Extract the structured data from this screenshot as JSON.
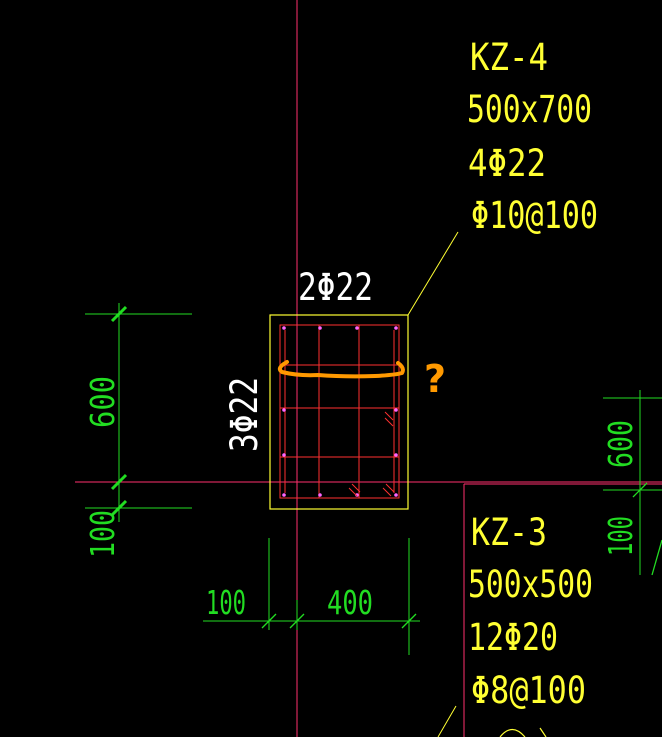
{
  "colors": {
    "background": "#000000",
    "axis": "#ff2f6e",
    "column_outline": "#ffff33",
    "column_label": "#ffff33",
    "rebar_cage": "#ff3030",
    "rebar_dot": "#ff66ff",
    "dimension": "#22dd22",
    "annotation_text": "#ffffff",
    "markup": "#ff9900"
  },
  "kz4": {
    "name": "KZ-4",
    "size": "500x700",
    "corner_bars": "4Φ22",
    "stirrup": "Φ10@100",
    "top_bars": "2Φ22",
    "side_bars": "3Φ22"
  },
  "kz3": {
    "name": "KZ-3",
    "size": "500x500",
    "bars": "12Φ20",
    "stirrup": "Φ8@100"
  },
  "dims": {
    "left_600": "600",
    "left_100": "100",
    "bottom_100": "100",
    "bottom_400": "400",
    "right_600": "600",
    "right_100": "100"
  },
  "markup": {
    "question": "?"
  }
}
